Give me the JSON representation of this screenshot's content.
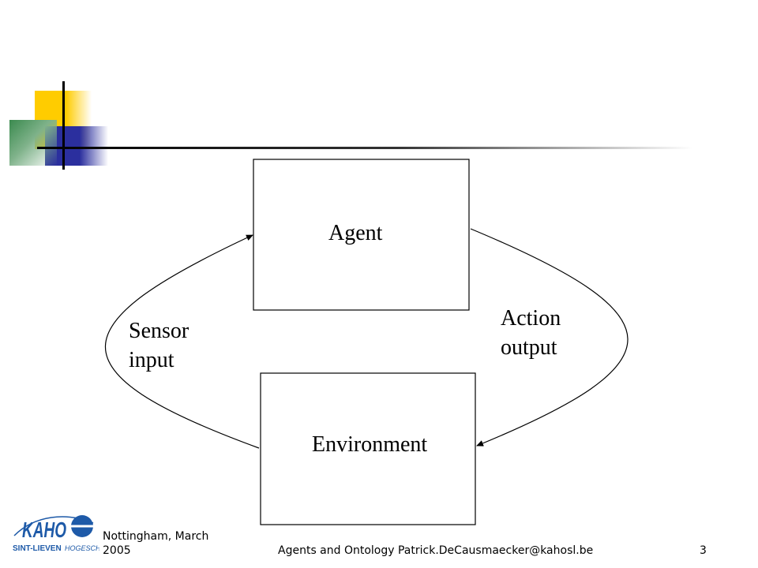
{
  "diagram": {
    "agent_label": "Agent",
    "environment_label": "Environment",
    "sensor_label_line1": "Sensor",
    "sensor_label_line2": "input",
    "action_label_line1": "Action",
    "action_label_line2": "output"
  },
  "footer": {
    "location_line1": "Nottingham, March",
    "location_line2": "2005",
    "center_text": "Agents and Ontology  Patrick.DeCausmaecker@kahosl.be",
    "page_number": "3"
  },
  "logo": {
    "wordmark": "KAHO",
    "school_name": "SINT-LIEVEN",
    "school_type": "HOGESCHOOL"
  },
  "colors": {
    "deco_yellow": "#ffcc00",
    "deco_blue": "#2b2f9e",
    "deco_green": "#3b8a4f",
    "logo_blue": "#1e5aa8"
  }
}
